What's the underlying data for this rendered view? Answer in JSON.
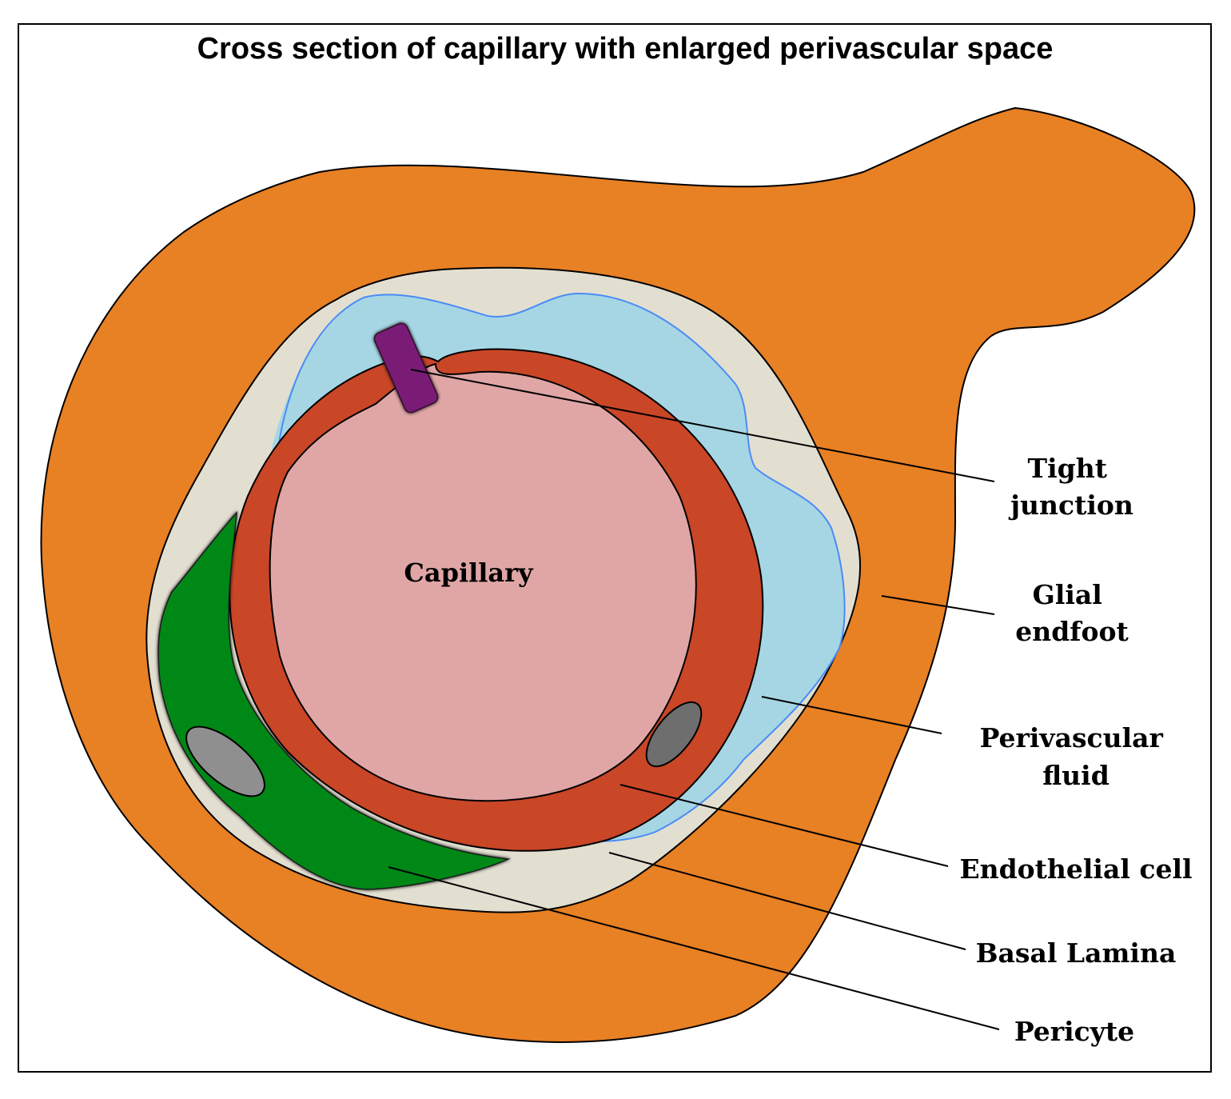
{
  "title": "Cross section of capillary with enlarged perivascular space",
  "center_label": "Capillary",
  "labels": {
    "tight_junction": [
      "Tight",
      "junction"
    ],
    "glial_endfoot": [
      "Glial",
      "endfoot"
    ],
    "perivascular_fluid": [
      "Perivascular",
      "fluid"
    ],
    "endothelial_cell": "Endothelial cell",
    "basal_lamina": "Basal Lamina",
    "pericyte": "Pericyte"
  },
  "colors": {
    "glial_endfoot": "#E88024",
    "basal_lamina": "#E2DFD1",
    "perivascular_fluid": "#A6D6E4",
    "perivascular_outline": "#4A8CF5",
    "endothelial_cell": "#C94627",
    "lumen": "#E0A6A6",
    "tight_junction": "#7A1F75",
    "pericyte": "#028816",
    "pericyte_nucleus": "#8F8F8F",
    "endothelial_nucleus": "#6E6E6E"
  }
}
